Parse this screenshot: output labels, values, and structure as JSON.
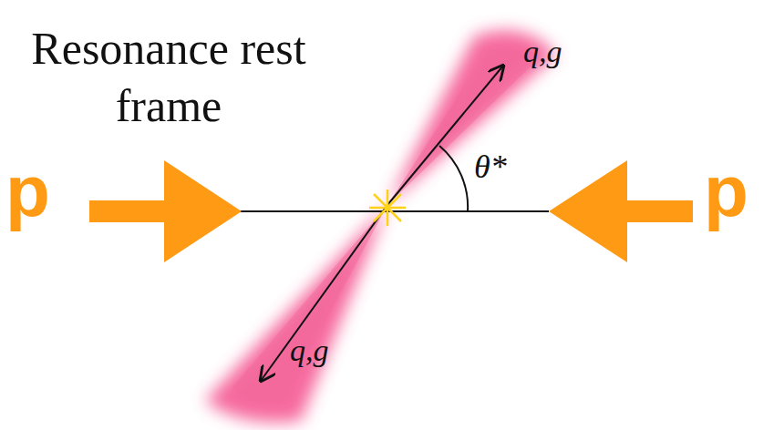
{
  "diagram": {
    "title": "Resonance rest frame",
    "labels": [
      "p",
      "p",
      "q,g",
      "q,g",
      "θ*"
    ]
  }
}
